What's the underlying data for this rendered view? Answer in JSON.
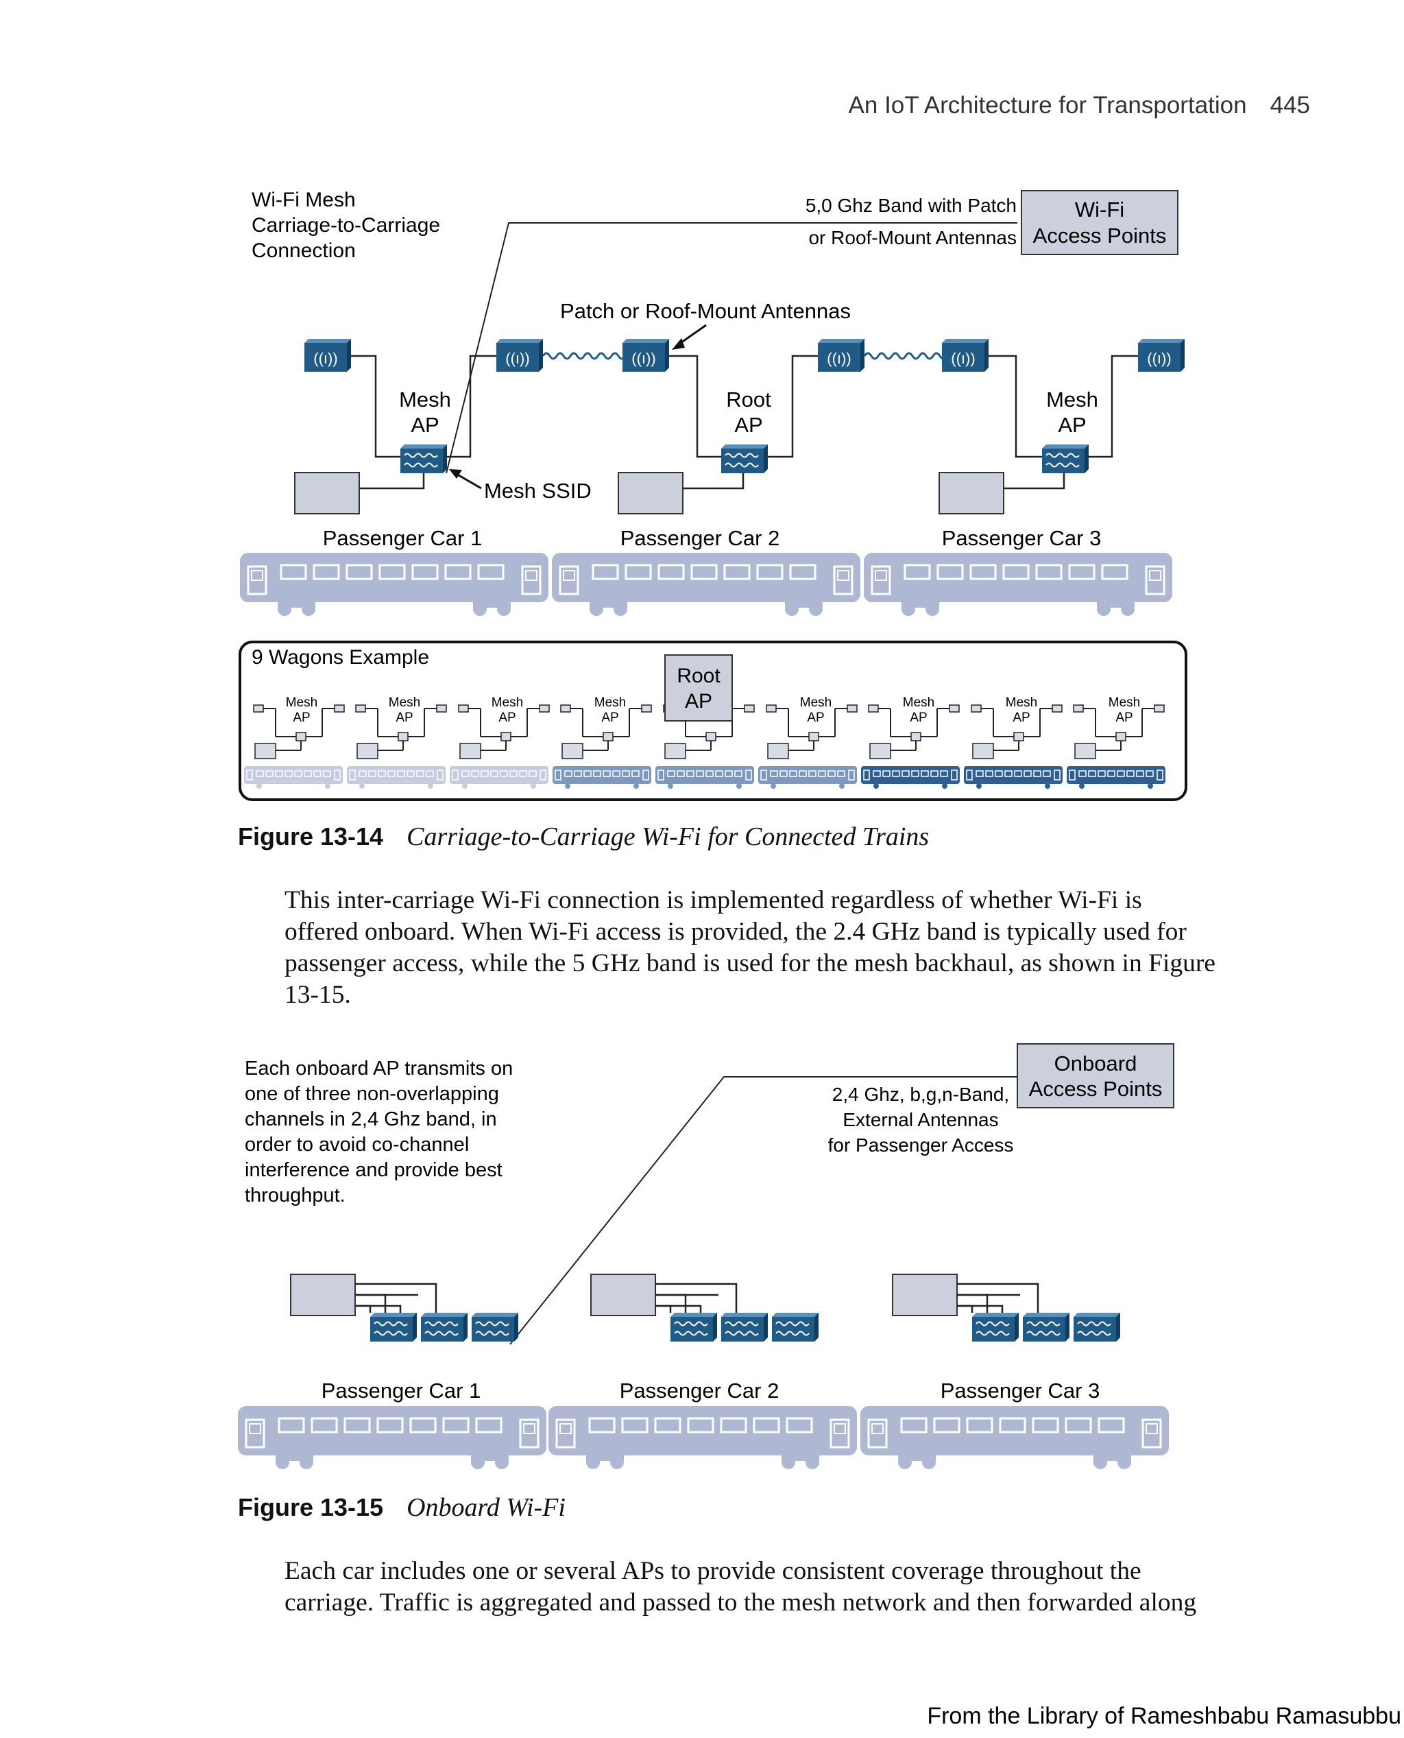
{
  "header": {
    "title": "An IoT Architecture for Transportation",
    "page_number": "445"
  },
  "figure1": {
    "label": "Figure 13-14",
    "title": "Carriage-to-Carriage Wi-Fi for Connected Trains",
    "wifi_mesh_label": [
      "Wi-Fi Mesh",
      "Carriage-to-Carriage",
      "Connection"
    ],
    "band_label": [
      "5,0 Ghz Band with Patch",
      "or Roof-Mount Antennas"
    ],
    "access_points_box": [
      "Wi-Fi",
      "Access Points"
    ],
    "antenna_label": "Patch or Roof-Mount Antennas",
    "ap_labels": [
      [
        "Mesh",
        "AP"
      ],
      [
        "Root",
        "AP"
      ],
      [
        "Mesh",
        "AP"
      ]
    ],
    "ssid_label": "Mesh SSID",
    "cars": [
      "Passenger Car 1",
      "Passenger Car 2",
      "Passenger Car 3"
    ],
    "inset": {
      "title": "9 Wagons Example",
      "root": [
        "Root",
        "AP"
      ],
      "wagon_label": [
        "Mesh",
        "AP"
      ]
    }
  },
  "paragraph1": "This inter-carriage Wi-Fi connection is implemented regardless of whether Wi-Fi is offered onboard. When Wi-Fi access is provided, the 2.4 GHz band is typically used for passenger access, while the 5 GHz band is used for the mesh backhaul, as shown in Figure 13-15.",
  "figure2": {
    "label": "Figure 13-15",
    "title": "Onboard Wi-Fi",
    "note": [
      "Each onboard AP transmits on",
      "one of three non-overlapping",
      "channels in 2,4 Ghz band, in",
      "order to avoid co-channel",
      "interference and provide best",
      "throughput."
    ],
    "band_label": [
      "2,4 Ghz, b,g,n-Band,",
      "External Antennas",
      "for Passenger Access"
    ],
    "box": [
      "Onboard",
      "Access Points"
    ],
    "cars": [
      "Passenger Car 1",
      "Passenger Car 2",
      "Passenger Car 3"
    ]
  },
  "paragraph2": "Each car includes one or several APs to provide consistent coverage throughout the carriage. Traffic is aggregated and passed to the mesh network and then forwarded along",
  "footer": "From the Library of Rameshbabu Ramasubbu",
  "colors": {
    "train": "#aeb8d2",
    "device_blue": "#1f5b86",
    "box_fill": "#ccd0dc",
    "inset_light": "#c4cce0",
    "inset_mid": "#7c98bc",
    "inset_dark": "#2e5f8e"
  }
}
